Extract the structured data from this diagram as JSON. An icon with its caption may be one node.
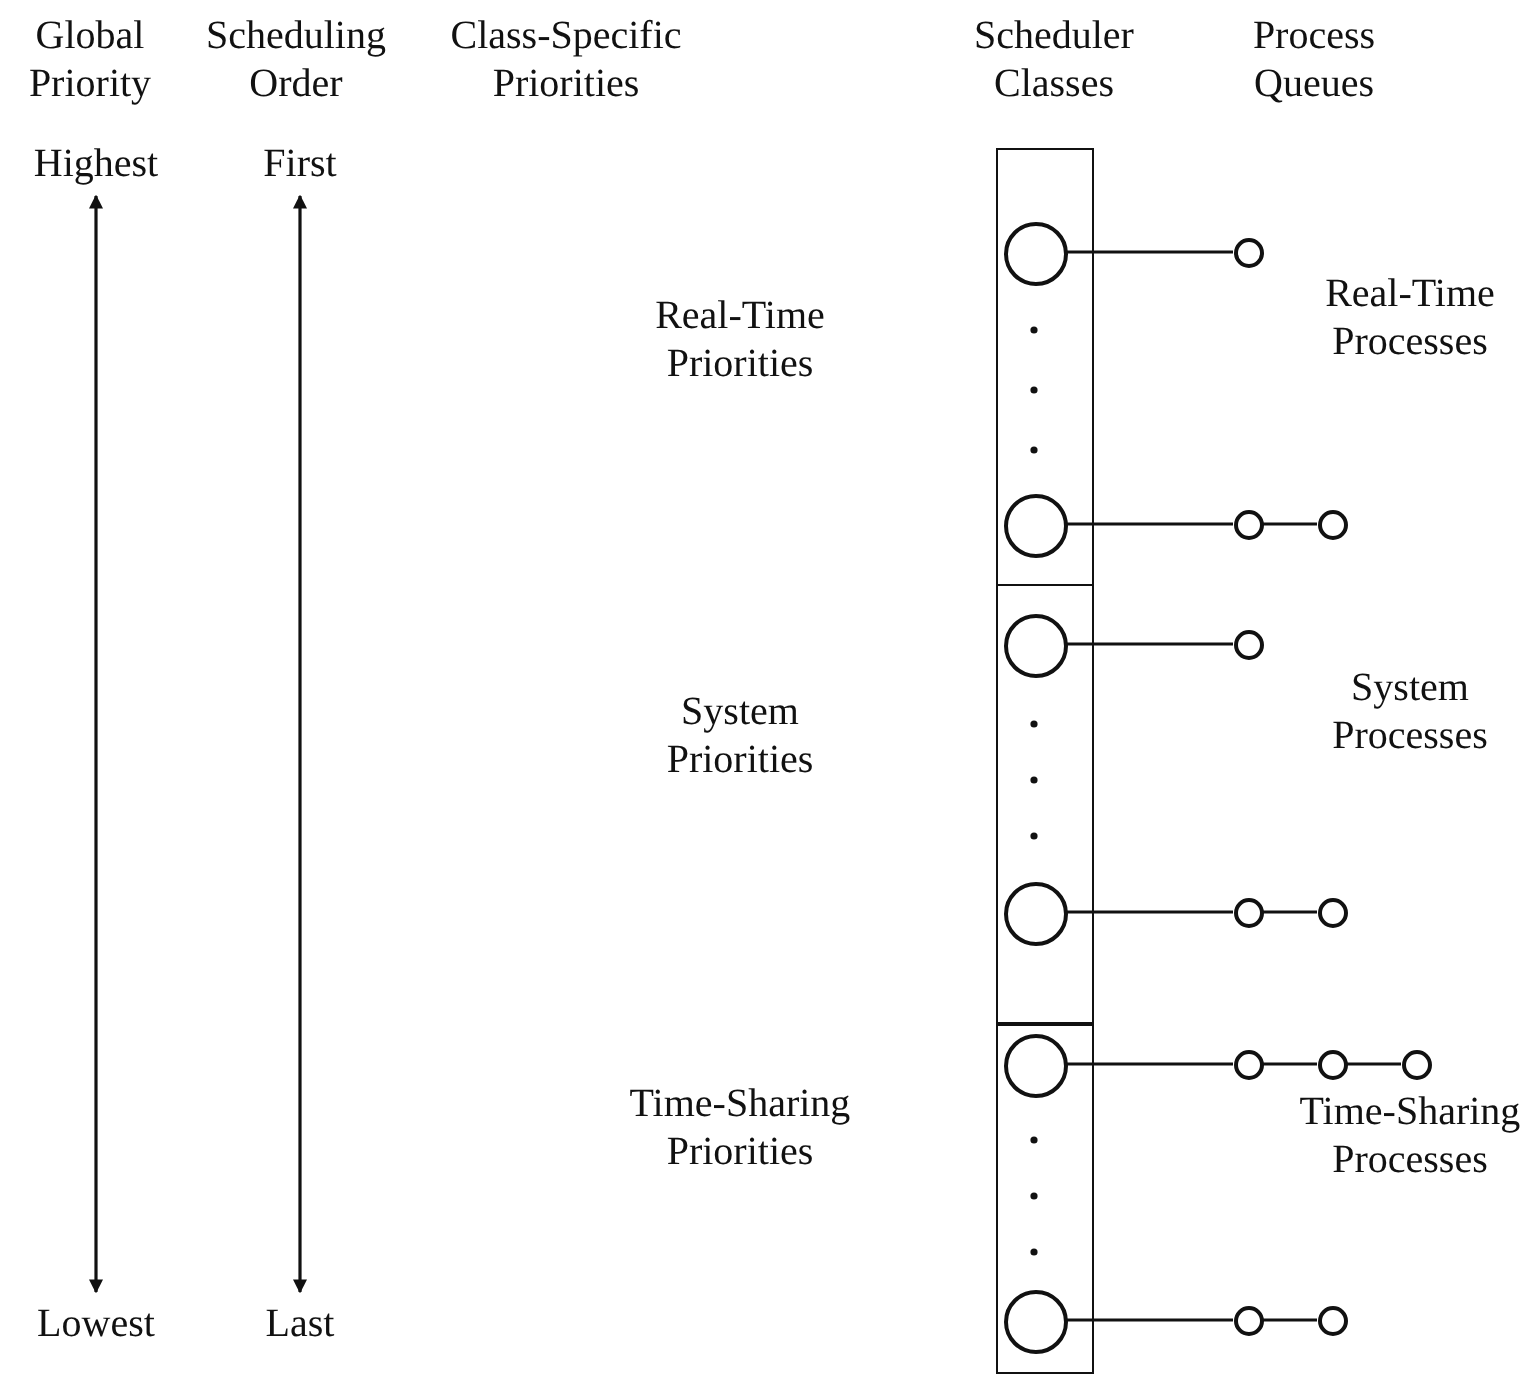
{
  "diagram": {
    "nodes": [
      {
        "text": [
          "Highest"
        ]
      },
      {
        "text": [
          "First"
        ]
      },
      {
        "text": [],
        "shape": "box"
      },
      {
        "text": [],
        "shape": "circle",
        "in": 2
      },
      {
        "text": [],
        "shape": "circle"
      },
      {
        "text": [],
        "shape": "circle",
        "in": 2
      },
      {
        "text": [],
        "shape": "circle"
      },
      {
        "text": [],
        "shape": "circle"
      },
      {
        "text": [],
        "shape": "box"
      },
      {
        "text": [],
        "shape": "circle",
        "in": 8
      },
      {
        "text": [],
        "shape": "circle"
      },
      {
        "text": [],
        "shape": "circle",
        "in": 8
      },
      {
        "text": [],
        "shape": "circle"
      },
      {
        "text": [],
        "shape": "circle"
      },
      {
        "text": [],
        "shape": "box"
      },
      {
        "text": [],
        "shape": "circle",
        "in": 14
      },
      {
        "text": [],
        "shape": "circle"
      },
      {
        "text": [],
        "shape": "circle"
      },
      {
        "text": [],
        "shape": "circle"
      },
      {
        "text": [],
        "shape": "circle",
        "in": 14
      },
      {
        "text": [],
        "shape": "circle"
      },
      {
        "text": [],
        "shape": "circle"
      },
      {
        "text": [
          "Lowest"
        ]
      },
      {
        "text": [
          "Last"
        ]
      }
    ],
    "edges": [
      {
        "from": 0,
        "to": 22,
        "arrow": "both"
      },
      {
        "from": 1,
        "to": 23,
        "arrow": "both"
      },
      {
        "from": 3,
        "to": 4,
        "arrow": "none"
      },
      {
        "from": 5,
        "to": 6,
        "arrow": "none"
      },
      {
        "from": 6,
        "to": 7,
        "arrow": "none"
      },
      {
        "from": 9,
        "to": 10,
        "arrow": "none"
      },
      {
        "from": 11,
        "to": 12,
        "arrow": "none"
      },
      {
        "from": 12,
        "to": 13,
        "arrow": "none"
      },
      {
        "from": 15,
        "to": 16,
        "arrow": "none"
      },
      {
        "from": 16,
        "to": 17,
        "arrow": "none"
      },
      {
        "from": 17,
        "to": 18,
        "arrow": "none"
      },
      {
        "from": 19,
        "to": 20,
        "arrow": "none"
      },
      {
        "from": 20,
        "to": 21,
        "arrow": "none"
      }
    ],
    "labels": [
      "Global Priority",
      "Scheduling Order",
      "Class-Specific Priorities",
      "Scheduler Classes",
      "Process Queues",
      "Real-Time Priorities",
      "Real-Time Processes",
      "System Priorities",
      "System Processes",
      "Time-Sharing Priorities",
      "Time-Sharing Processes"
    ]
  }
}
